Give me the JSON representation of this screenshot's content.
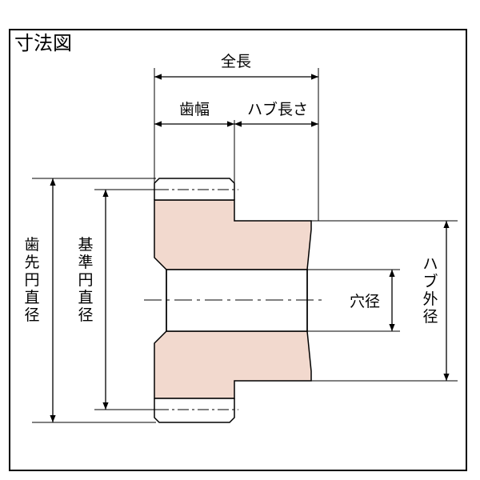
{
  "title": "寸法図",
  "labels": {
    "overall_length": "全長",
    "face_width": "歯幅",
    "hub_length": "ハブ長さ",
    "tip_diameter": "歯先円直径",
    "pitch_diameter": "基準円直径",
    "bore_diameter": "穴径",
    "hub_diameter": "ハブ外径"
  },
  "colors": {
    "gear_body": "#f2d9ce",
    "line": "#000000",
    "background": "#ffffff"
  }
}
